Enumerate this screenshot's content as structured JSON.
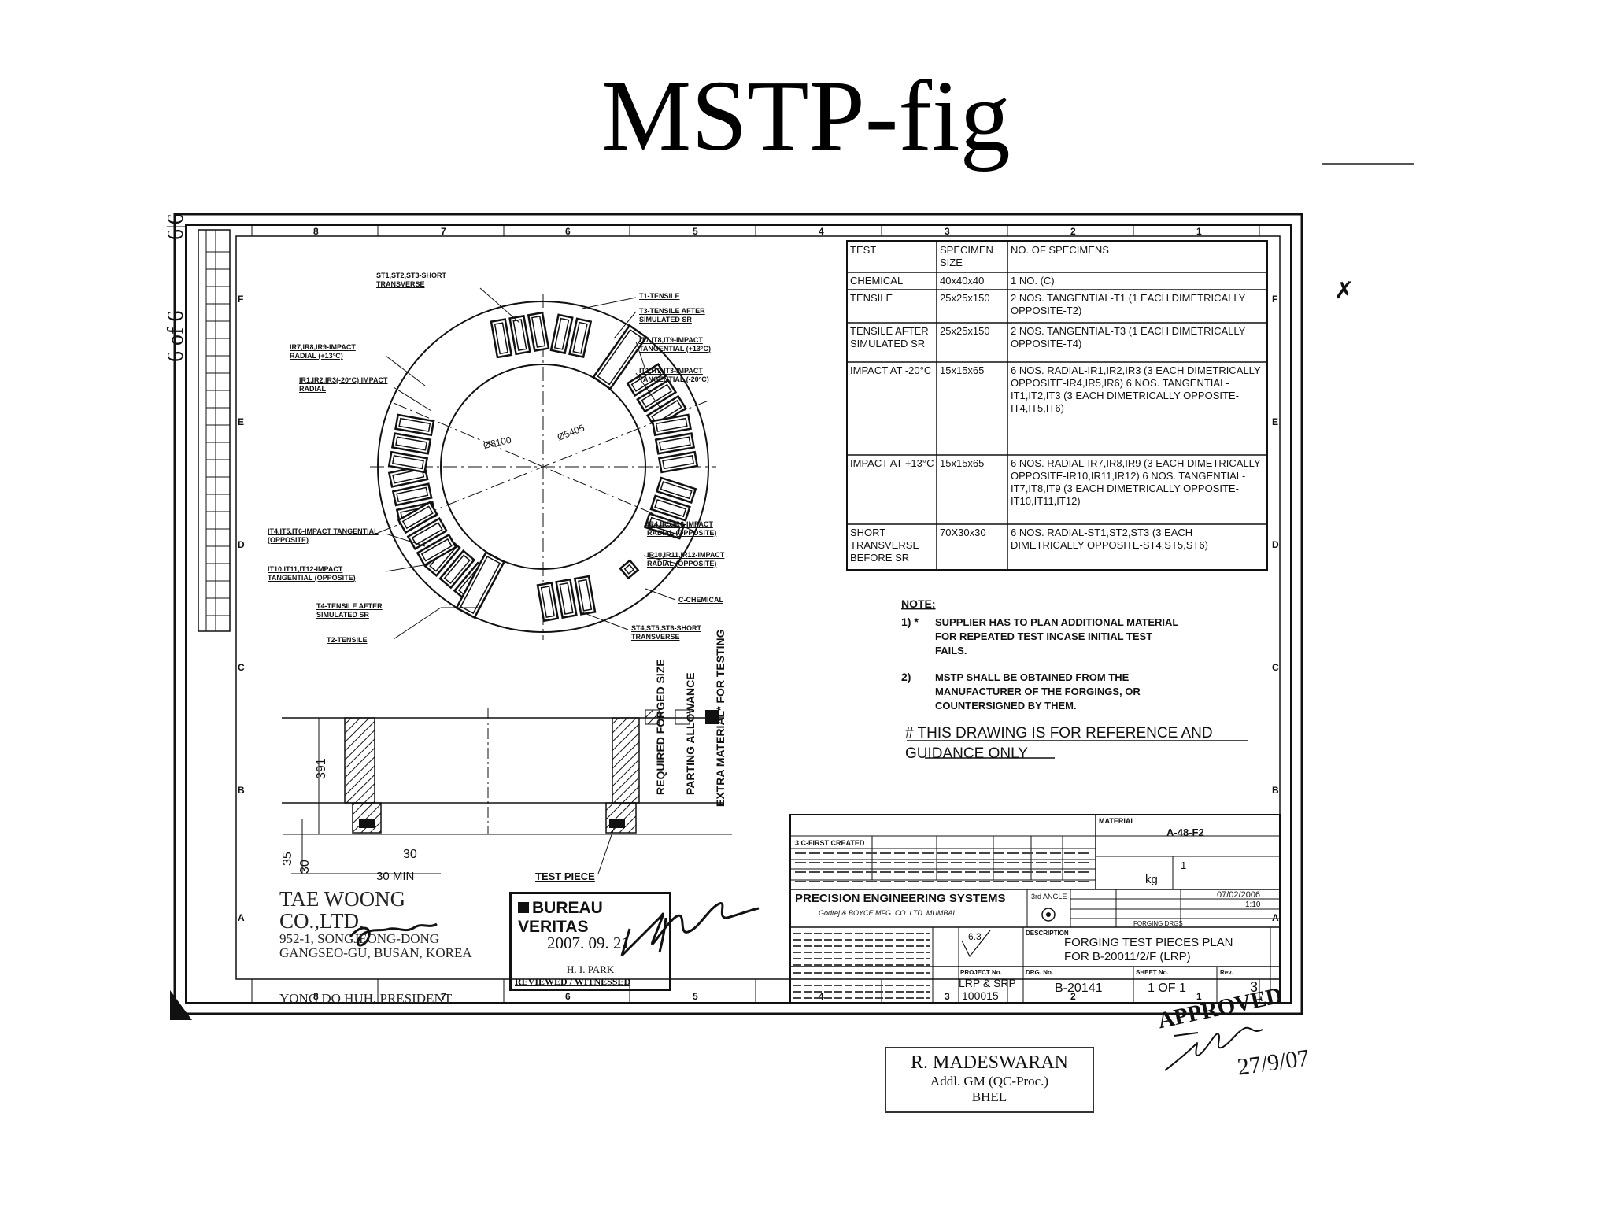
{
  "slide": {
    "title": "MSTP-fig"
  },
  "margin_notes": {
    "left": "6 of 6",
    "corner": "6|6"
  },
  "zone_cols": [
    "8",
    "7",
    "6",
    "5",
    "4",
    "3",
    "2",
    "1"
  ],
  "zone_rows": [
    "F",
    "E",
    "D",
    "C",
    "B",
    "A"
  ],
  "ring": {
    "dia_inner": "Ø5405",
    "dia_outer": "Ø8100",
    "labels": [
      "ST1,ST2,ST3-SHORT TRANSVERSE",
      "T1-TENSILE",
      "T3-TENSILE AFTER SIMULATED SR",
      "IT7,IT8,IT9-IMPACT TANGENTIAL (+13°C)",
      "IT1,IT2,IT3-IMPACT TANGENTIAL (-20°C)",
      "IR7,IR8,IR9-IMPACT RADIAL (+13°C)",
      "IR1,IR2,IR3(-20°C) IMPACT RADIAL",
      "IR4,IR5,IR6-IMPACT RADIAL (OPPOSITE)",
      "IR10,IR11,IR12-IMPACT RADIAL (OPPOSITE)",
      "IT4,IT5,IT6-IMPACT TANGENTIAL (OPPOSITE)",
      "IT10,IT11,IT12-IMPACT TANGENTIAL (OPPOSITE)",
      "T4-TENSILE AFTER SIMULATED SR",
      "T2-TENSILE",
      "C-CHEMICAL",
      "ST4,ST5,ST6-SHORT TRANSVERSE"
    ]
  },
  "spec_table": {
    "headers": [
      "TEST",
      "SPECIMEN SIZE",
      "NO. OF SPECIMENS"
    ],
    "rows": [
      {
        "test": "CHEMICAL",
        "size": "40x40x40",
        "specimens": "1 NO. (C)"
      },
      {
        "test": "TENSILE",
        "size": "25x25x150",
        "specimens": "2 NOS. TANGENTIAL-T1 (1 EACH DIMETRICALLY OPPOSITE-T2)"
      },
      {
        "test": "TENSILE AFTER SIMULATED SR",
        "size": "25x25x150",
        "specimens": "2 NOS. TANGENTIAL-T3 (1 EACH DIMETRICALLY OPPOSITE-T4)"
      },
      {
        "test": "IMPACT AT -20°C",
        "size": "15x15x65",
        "specimens": "6 NOS. RADIAL-IR1,IR2,IR3 (3 EACH DIMETRICALLY OPPOSITE-IR4,IR5,IR6) 6 NOS. TANGENTIAL-IT1,IT2,IT3 (3 EACH DIMETRICALLY OPPOSITE-IT4,IT5,IT6)"
      },
      {
        "test": "IMPACT AT +13°C",
        "size": "15x15x65",
        "specimens": "6 NOS. RADIAL-IR7,IR8,IR9 (3 EACH DIMETRICALLY OPPOSITE-IR10,IR11,IR12) 6 NOS. TANGENTIAL-IT7,IT8,IT9 (3 EACH DIMETRICALLY OPPOSITE-IT10,IT11,IT12)"
      },
      {
        "test": "SHORT TRANSVERSE BEFORE SR",
        "size": "70X30x30",
        "specimens": "6 NOS. RADIAL-ST1,ST2,ST3 (3 EACH DIMETRICALLY OPPOSITE-ST4,ST5,ST6)"
      }
    ]
  },
  "notes": {
    "heading": "NOTE:",
    "n1_num": "1) *",
    "n1": "SUPPLIER HAS TO PLAN ADDITIONAL MATERIAL FOR REPEATED TEST INCASE INITIAL TEST FAILS.",
    "n2_num": "2)",
    "n2": "MSTP SHALL BE OBTAINED FROM THE MANUFACTURER OF THE FORGINGS, OR COUNTERSIGNED BY THEM.",
    "n3": "# THIS DRAWING IS FOR REFERENCE AND GUIDANCE ONLY"
  },
  "section": {
    "dim_391": "391",
    "dim_35": "35",
    "dim_30a": "30",
    "dim_30b": "30",
    "dim_30min": "30 MIN",
    "test_piece": "TEST PIECE",
    "legend": [
      "REQUIRED FORGED SIZE",
      "PARTING ALLOWANCE",
      "EXTRA MATERIAL* FOR TESTING"
    ]
  },
  "stamps": {
    "supplier_name": "TAE WOONG CO.,LTD.",
    "supplier_addr1": "952-1, SONGJEONG-DONG",
    "supplier_addr2": "GANGSEO-GU, BUSAN, KOREA",
    "supplier_sig_name": "YONG DO HUH, PRESIDENT",
    "bv_name": "BUREAU VERITAS",
    "bv_date": "2007. 09. 21",
    "bv_person": "H. I. PARK",
    "bv_status": "REVIEWED / WITNESSED",
    "approved": "APPROVED",
    "approved_date": "27/9/07",
    "reviewer_name": "R. MADESWARAN",
    "reviewer_title": "Addl. GM (QC-Proc.)",
    "reviewer_place": "BHEL"
  },
  "title_block": {
    "material_label": "MATERIAL",
    "material": "A-48-F2",
    "rev_row": "3  C-FIRST CREATED",
    "company": "PRECISION ENGINEERING SYSTEMS",
    "sub_company": "Godrej & BOYCE MFG. CO. LTD. MUMBAI",
    "projection": "3rd ANGLE",
    "date": "07/02/2006",
    "scale": "1:10",
    "sub_assy": "FORGING DRGS",
    "weight_unit": "kg",
    "qty": "1",
    "finish": "6.3",
    "description_label": "DESCRIPTION",
    "description": "FORGING TEST PIECES PLAN FOR B-20011/2/F (LRP)",
    "project_label": "PROJECT No.",
    "project": "LRP & SRP 100015",
    "drg_label": "DRG. No.",
    "drg": "B-20141",
    "sheet_label": "SHEET No.",
    "sheet": "1 OF 1",
    "rev_label": "Rev.",
    "rev": "3"
  }
}
